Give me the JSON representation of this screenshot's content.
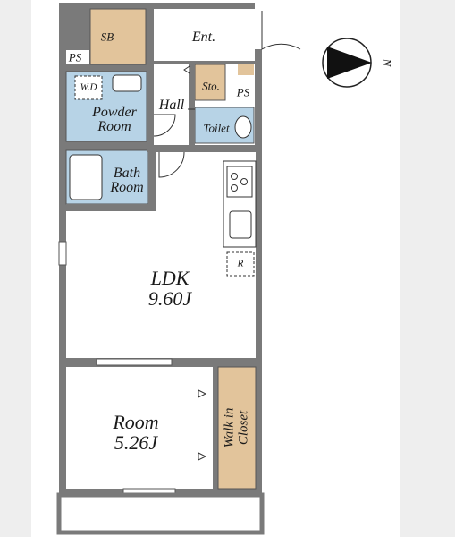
{
  "plan": {
    "north_label": "N",
    "rooms": {
      "sb": "SB",
      "ps_top": "PS",
      "entrance": "Ent.",
      "wd": "W.D",
      "storage": "Sto.",
      "ps_mid": "PS",
      "hall": "Hall",
      "powder_room": "Powder\nRoom",
      "toilet": "Toilet",
      "bath_room": "Bath\nRoom",
      "refrigerator": "R",
      "ldk": "LDK\n9.60J",
      "room": "Room\n5.26J",
      "walk_in_closet": "Walk in\nCloset"
    },
    "colors": {
      "wall": "#7a7a7a",
      "tan_fill": "#e2c49b",
      "blue_fill": "#b7d3e6",
      "floor": "#ffffff",
      "ink": "#1a1a1a"
    }
  }
}
